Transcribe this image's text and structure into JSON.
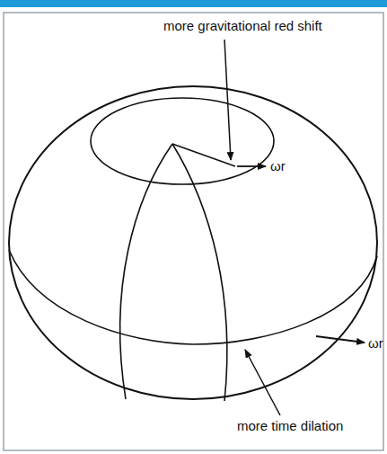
{
  "diagram": {
    "labels": [
      "more gravitational red shift",
      "ωr",
      "ωr",
      "more time dilation"
    ]
  }
}
